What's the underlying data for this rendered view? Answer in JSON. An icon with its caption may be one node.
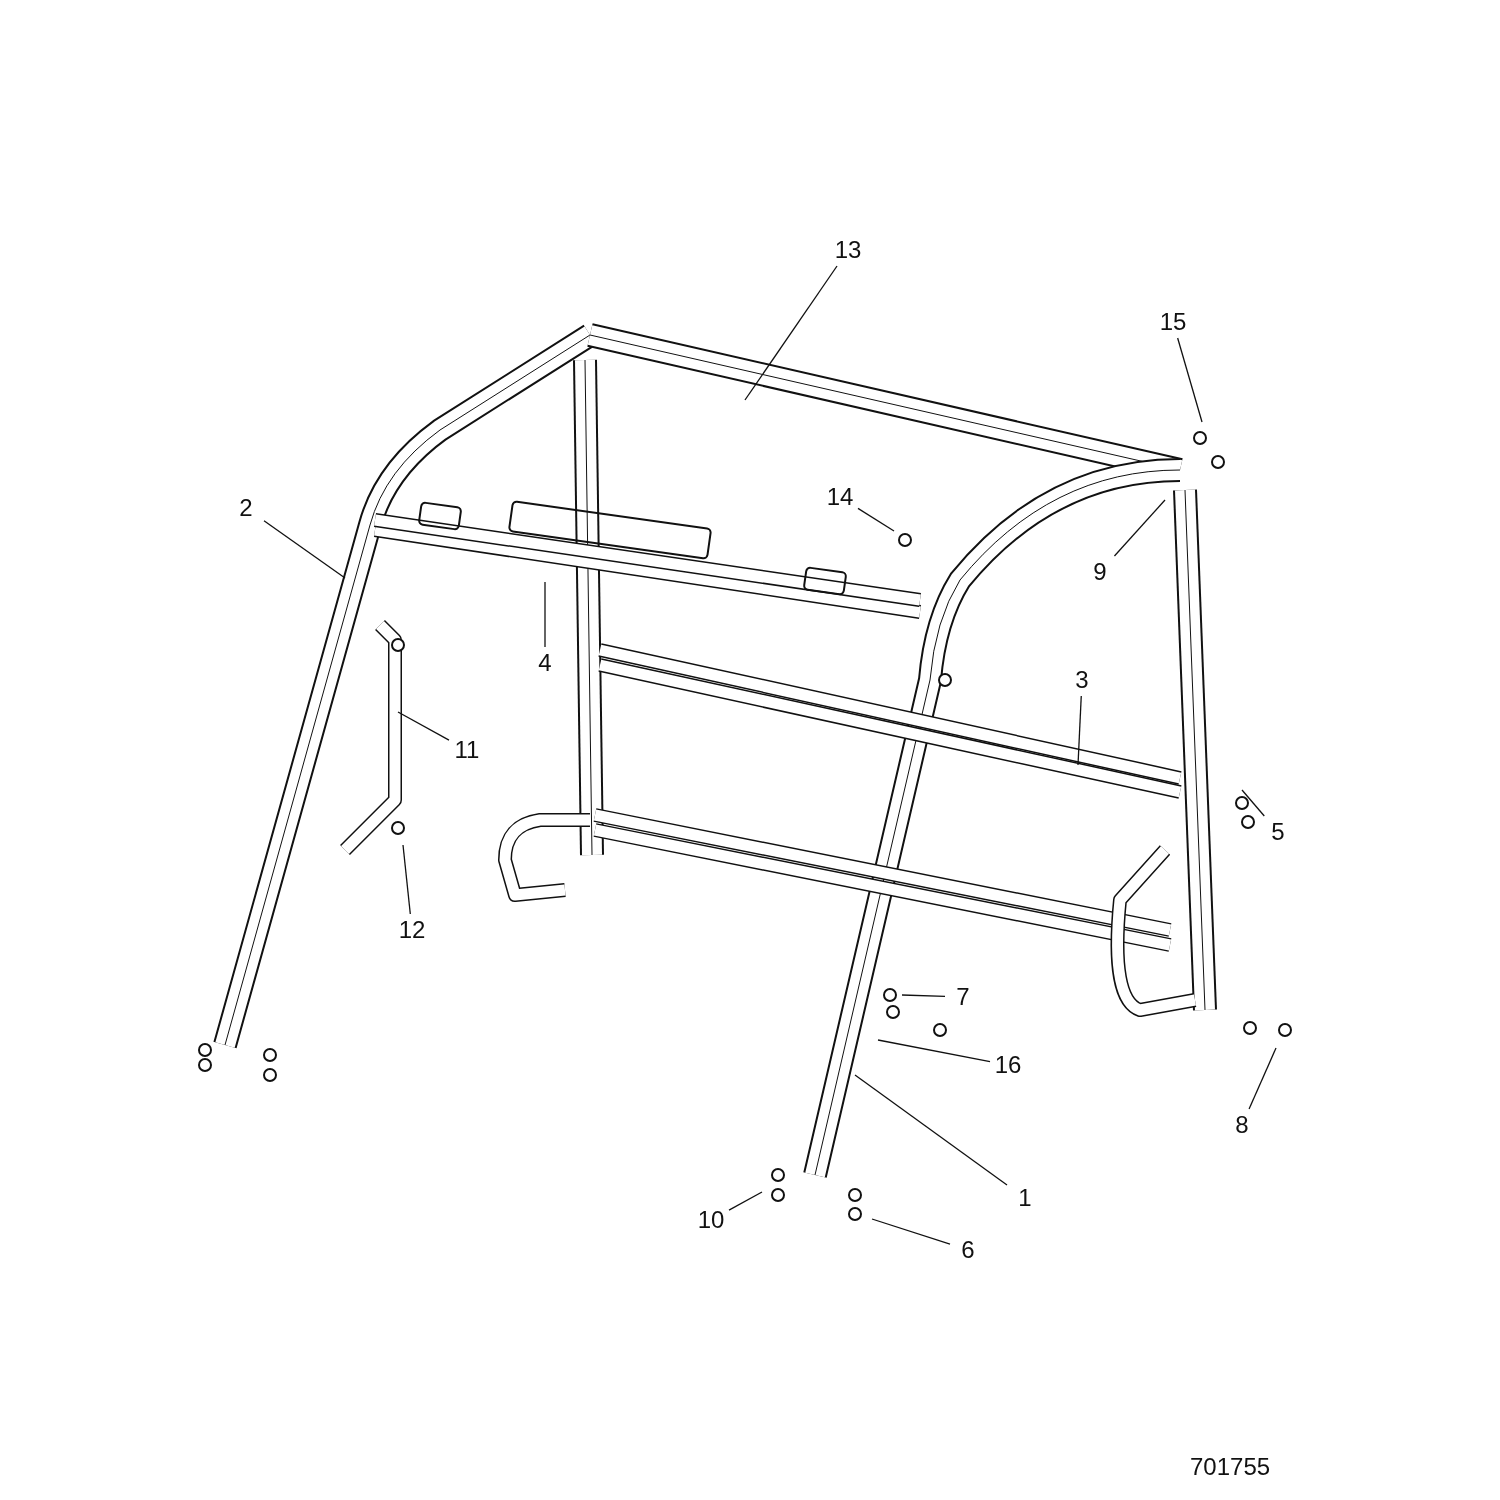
{
  "diagram": {
    "nodes": [
      {
        "text": [
          "13"
        ]
      },
      {
        "text": [
          "15"
        ]
      },
      {
        "text": [
          "2"
        ]
      },
      {
        "text": [
          "14"
        ]
      },
      {
        "text": [
          "9"
        ]
      },
      {
        "text": [
          "4"
        ]
      },
      {
        "text": [
          "3"
        ]
      },
      {
        "text": [
          "11"
        ]
      },
      {
        "text": [
          "5"
        ]
      },
      {
        "text": [
          "12"
        ]
      },
      {
        "text": [
          "7"
        ]
      },
      {
        "text": [
          "16"
        ]
      },
      {
        "text": [
          "8"
        ]
      },
      {
        "text": [
          "1"
        ]
      },
      {
        "text": [
          "10"
        ]
      },
      {
        "text": [
          "6"
        ]
      }
    ],
    "edges": [
      {
        "from": 0,
        "to": null,
        "arrow": "none"
      },
      {
        "from": 1,
        "to": null,
        "arrow": "none"
      },
      {
        "from": 2,
        "to": null,
        "arrow": "none"
      },
      {
        "from": 3,
        "to": null,
        "arrow": "none"
      },
      {
        "from": 4,
        "to": null,
        "arrow": "none"
      },
      {
        "from": 5,
        "to": null,
        "arrow": "none"
      },
      {
        "from": 6,
        "to": null,
        "arrow": "none"
      },
      {
        "from": 7,
        "to": null,
        "arrow": "none"
      },
      {
        "from": 8,
        "to": null,
        "arrow": "none"
      },
      {
        "from": 9,
        "to": null,
        "arrow": "none"
      },
      {
        "from": 10,
        "to": null,
        "arrow": "none"
      },
      {
        "from": 11,
        "to": null,
        "arrow": "none"
      },
      {
        "from": 12,
        "to": null,
        "arrow": "none"
      },
      {
        "from": 13,
        "to": null,
        "arrow": "none"
      },
      {
        "from": 14,
        "to": null,
        "arrow": "none"
      },
      {
        "from": 15,
        "to": null,
        "arrow": "none"
      }
    ],
    "labels": [
      "701755"
    ]
  }
}
